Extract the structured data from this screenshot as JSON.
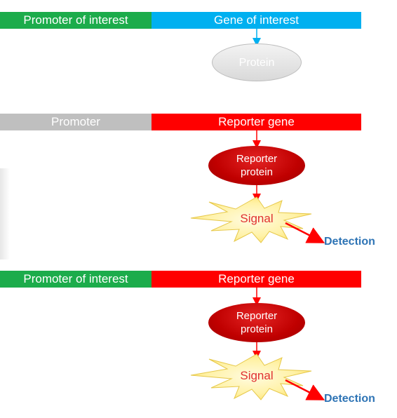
{
  "colors": {
    "green": "#1cac4b",
    "blue": "#00b0f0",
    "gray": "#bfbfbf",
    "red": "#ff0000",
    "dark_red": "#c00000",
    "signal_fill": "#fff2a8",
    "detection_blue": "#2e74b5"
  },
  "row1": {
    "promoter_label": "Promoter of interest",
    "gene_label": "Gene of interest",
    "product_label": "Protein"
  },
  "row2": {
    "promoter_label": "Promoter",
    "gene_label": "Reporter gene",
    "protein_line1": "Reporter",
    "protein_line2": "protein",
    "signal_label": "Signal",
    "detection_label": "Detection"
  },
  "row3": {
    "promoter_label": "Promoter of interest",
    "gene_label": "Reporter gene",
    "protein_line1": "Reporter",
    "protein_line2": "protein",
    "signal_label": "Signal",
    "detection_label": "Detection"
  }
}
